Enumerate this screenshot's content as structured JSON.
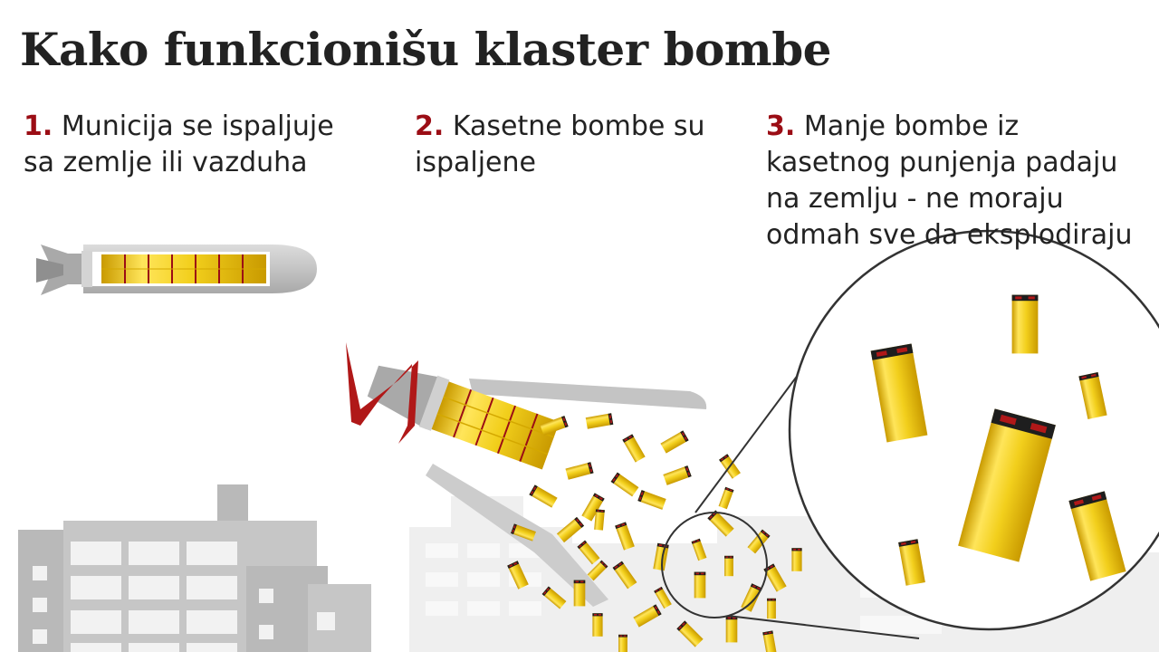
{
  "title": "Kako funkcionišu klaster bombe",
  "steps": [
    {
      "number": "1.",
      "text": "Municija se ispaljuje\nsa zemlje ili vazduha"
    },
    {
      "number": "2.",
      "text": "Kasetne bombe su\nispaljene"
    },
    {
      "number": "3.",
      "text": "Manje bombe iz\nkasetnog punjenja padaju\nna zemlju - ne moraju\nodmah sve da eksplodiraju"
    }
  ],
  "colors": {
    "accent_red": "#9b0d15",
    "submunition_yellow": "#f2cf1c",
    "casing_grey": "#c4c4c4",
    "building_dark": "#b9b9b9",
    "building_light": "#eeeeee",
    "text": "#222222"
  }
}
